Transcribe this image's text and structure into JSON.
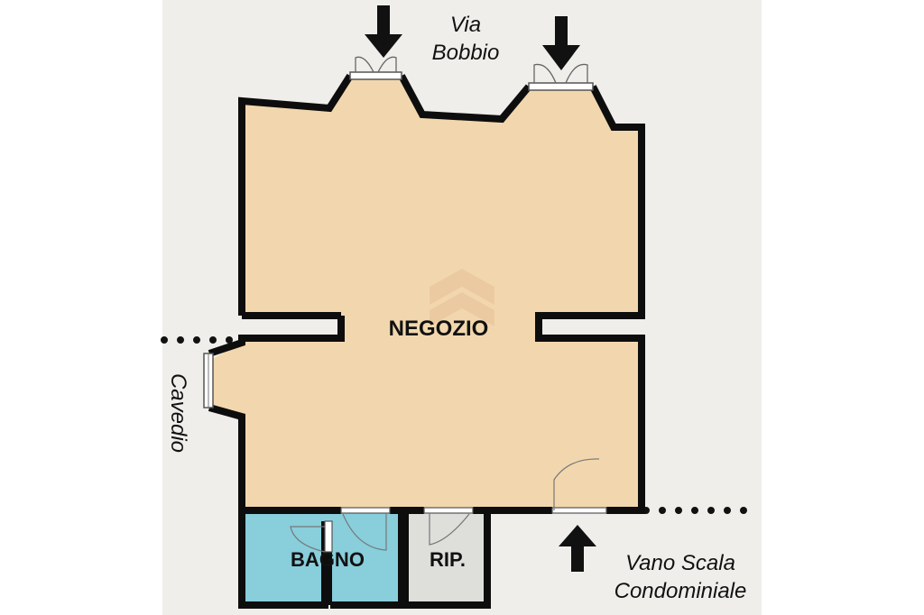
{
  "rooms": {
    "negozio": "NEGOZIO",
    "bagno": "BAGNO",
    "rip": "RIP."
  },
  "exterior": {
    "street_line1": "Via",
    "street_line2": "Bobbio",
    "courtyard": "Cavedio",
    "stair_line1": "Vano Scala",
    "stair_line2": "Condominiale"
  },
  "icons": {
    "entrance_arrow": "arrow-down-icon",
    "stair_arrow": "arrow-up-icon",
    "watermark": "logo-watermark-icon"
  },
  "colors": {
    "background": "#efeeeb",
    "shop_floor": "#f2d7ae",
    "bathroom_floor": "#88cedb",
    "storage_floor": "#dededb",
    "wall": "#0d0d0d"
  }
}
